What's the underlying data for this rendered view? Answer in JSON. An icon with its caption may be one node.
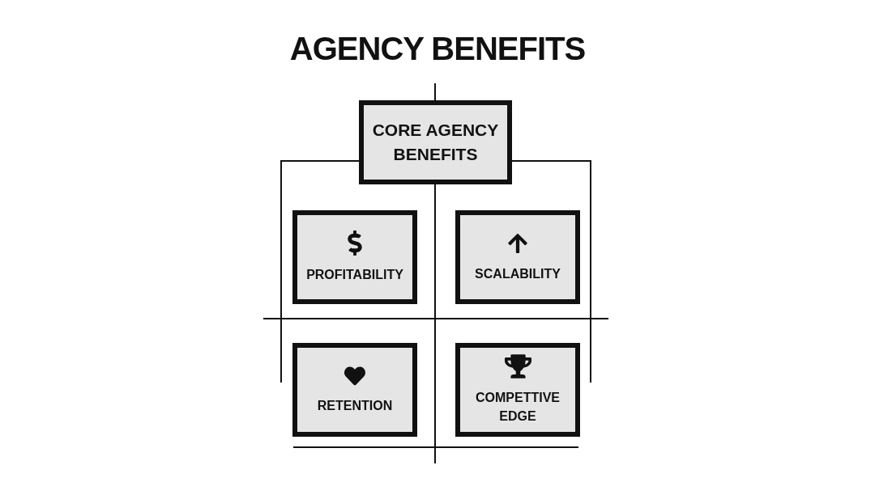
{
  "diagram": {
    "title": "AGENCY BENEFITS",
    "nodes": [
      {
        "text": [
          "CORE AGENCY BENEFITS"
        ]
      },
      {
        "text": [
          "PROFITABILITY"
        ]
      },
      {
        "text": [
          "SCALABILITY"
        ]
      },
      {
        "text": [
          "RETENTION"
        ]
      },
      {
        "text": [
          "COMPETTIVE EDGE"
        ]
      }
    ]
  }
}
